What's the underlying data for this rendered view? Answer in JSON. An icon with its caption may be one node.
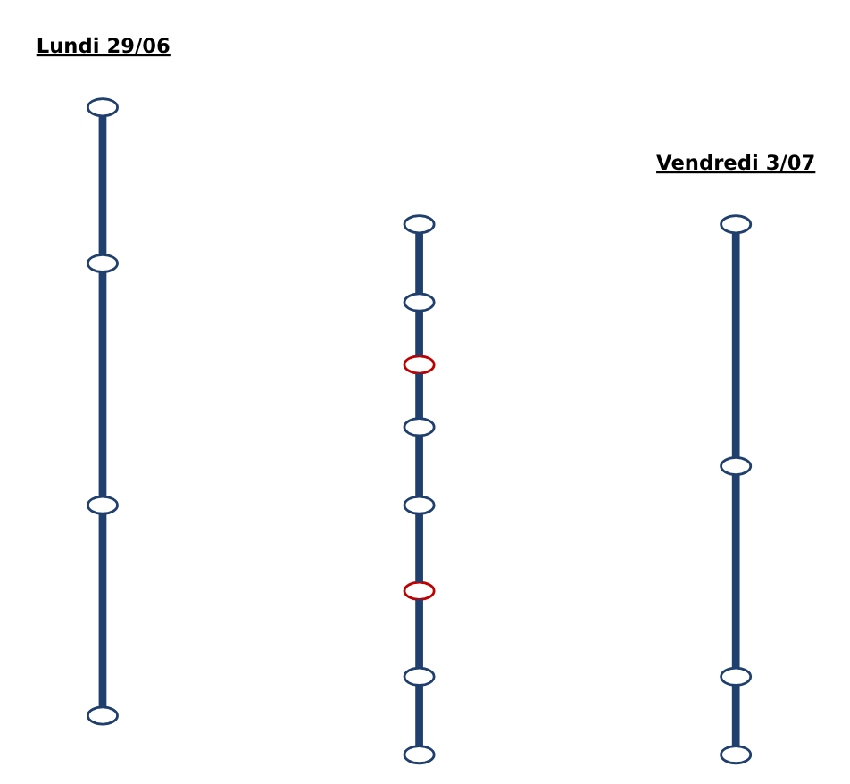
{
  "diagram": {
    "nodes": [
      {
        "text": [],
        "shape": "ellipse",
        "beside": [
          "Lundi 29/06"
        ]
      },
      {
        "text": [],
        "shape": "ellipse"
      },
      {
        "text": [],
        "shape": "ellipse"
      },
      {
        "text": [],
        "shape": "ellipse"
      },
      {
        "text": [],
        "shape": "ellipse"
      },
      {
        "text": [],
        "shape": "ellipse"
      },
      {
        "text": [],
        "shape": "ellipse"
      },
      {
        "text": [],
        "shape": "ellipse"
      },
      {
        "text": [],
        "shape": "ellipse"
      },
      {
        "text": [],
        "shape": "ellipse"
      },
      {
        "text": [],
        "shape": "ellipse"
      },
      {
        "text": [],
        "shape": "ellipse"
      },
      {
        "text": [],
        "shape": "ellipse",
        "beside": [
          "Vendredi 3/07"
        ]
      },
      {
        "text": [],
        "shape": "ellipse"
      },
      {
        "text": [],
        "shape": "ellipse"
      },
      {
        "text": [],
        "shape": "ellipse"
      }
    ],
    "edges": [
      {
        "from": 0,
        "to": 1,
        "arrow": "none"
      },
      {
        "from": 1,
        "to": 2,
        "arrow": "none"
      },
      {
        "from": 2,
        "to": 3,
        "arrow": "none"
      },
      {
        "from": 4,
        "to": 5,
        "arrow": "none"
      },
      {
        "from": 5,
        "to": 6,
        "arrow": "none"
      },
      {
        "from": 6,
        "to": 7,
        "arrow": "none"
      },
      {
        "from": 7,
        "to": 8,
        "arrow": "none"
      },
      {
        "from": 8,
        "to": 9,
        "arrow": "none"
      },
      {
        "from": 9,
        "to": 10,
        "arrow": "none"
      },
      {
        "from": 10,
        "to": 11,
        "arrow": "none"
      },
      {
        "from": 12,
        "to": 13,
        "arrow": "none"
      },
      {
        "from": 13,
        "to": 14,
        "arrow": "none"
      },
      {
        "from": 14,
        "to": 15,
        "arrow": "none"
      }
    ]
  }
}
